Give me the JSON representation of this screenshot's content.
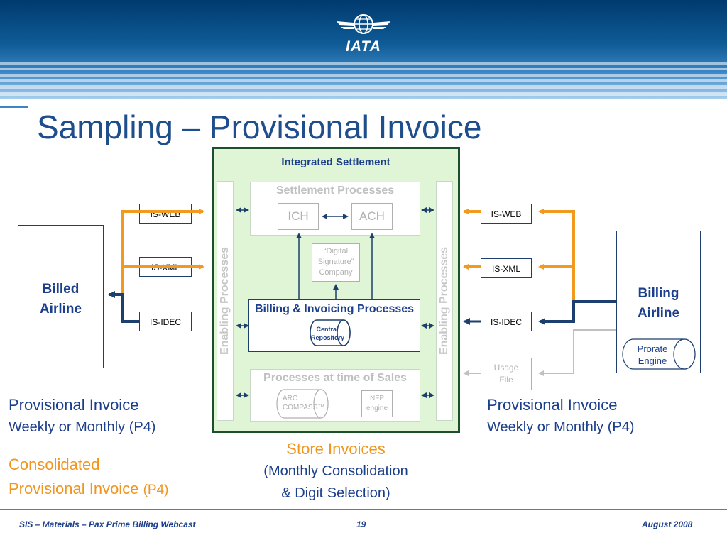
{
  "logo": {
    "text": "IATA"
  },
  "title": "Sampling – Provisional Invoice",
  "integrated_settlement": {
    "title": "Integrated Settlement",
    "enabling_left": "Enabling Processes",
    "enabling_right": "Enabling Processes",
    "settlement": {
      "title": "Settlement Processes",
      "ich": "ICH",
      "ach": "ACH"
    },
    "digital_signature": [
      "“Digital",
      "Signature”",
      "Company"
    ],
    "billing": {
      "title": "Billing & Invoicing Processes",
      "repository": [
        "Central",
        "Repository"
      ]
    },
    "sales": {
      "title": "Processes at time of Sales",
      "arc": [
        "ARC",
        "COMPASS™"
      ],
      "nfp": [
        "NFP",
        "engine"
      ]
    }
  },
  "left": {
    "airline": [
      "Billed",
      "Airline"
    ],
    "interfaces": [
      "IS-WEB",
      "IS-XML",
      "IS-IDEC"
    ]
  },
  "right": {
    "airline": [
      "Billing",
      "Airline"
    ],
    "prorate": [
      "Prorate",
      "Engine"
    ],
    "interfaces": [
      "IS-WEB",
      "IS-XML",
      "IS-IDEC"
    ],
    "usage_file": [
      "Usage",
      "File"
    ]
  },
  "captions": {
    "left_main": "Provisional Invoice",
    "left_sub": "Weekly or Monthly (P4)",
    "right_main": "Provisional Invoice",
    "right_sub": "Weekly or Monthly (P4)",
    "consolidated_1": "Consolidated",
    "consolidated_2": "Provisional Invoice",
    "consolidated_p4": "(P4)",
    "store_1": "Store Invoices",
    "store_2": "(Monthly Consolidation",
    "store_3": "& Digit Selection)"
  },
  "footer": {
    "left": "SIS – Materials – Pax Prime Billing Webcast",
    "page": "19",
    "date": "August 2008"
  },
  "colors": {
    "navy": "#1c3f6e",
    "orange": "#f29a1e",
    "green_fill": "#dff5d6",
    "title_blue": "#1e4e8c"
  }
}
